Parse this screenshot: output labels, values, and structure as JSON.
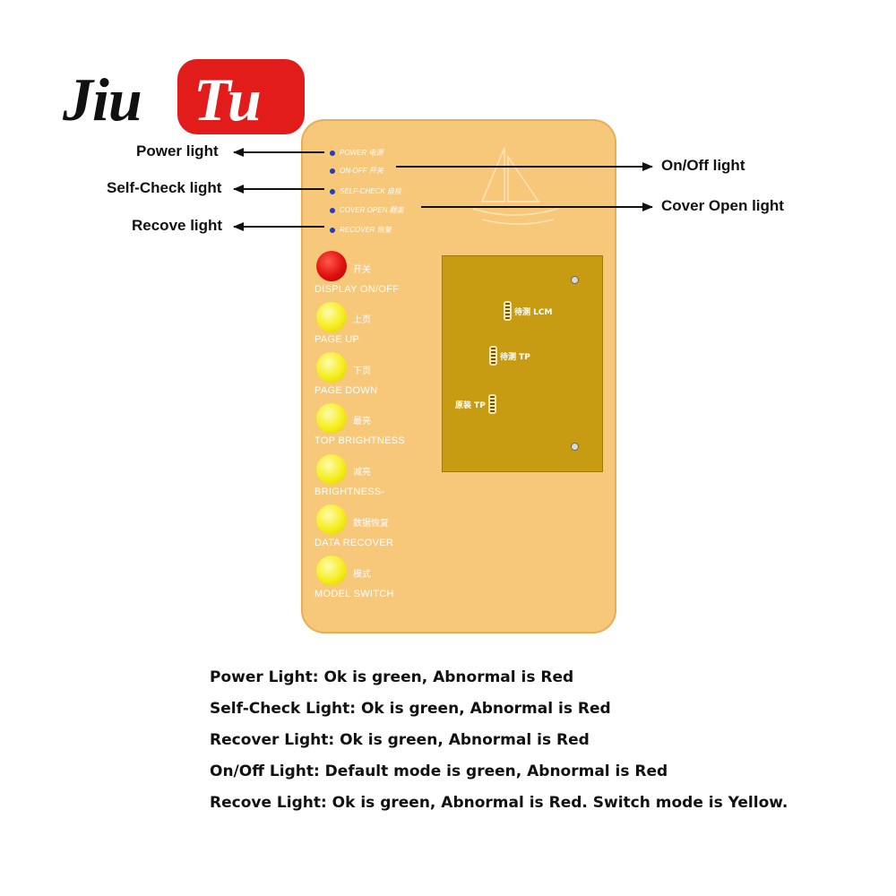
{
  "logo": {
    "part1": "Jiu",
    "part2": "Tu",
    "accent": "#e21b1b"
  },
  "device": {
    "color": "#f7c77a",
    "indicators": [
      {
        "en": "POWER",
        "cn": "电源"
      },
      {
        "en": "ON-OFF",
        "cn": "开关"
      },
      {
        "en": "SELF-CHECK",
        "cn": "自检"
      },
      {
        "en": "COVER OPEN",
        "cn": "翻盖"
      },
      {
        "en": "RECOVER",
        "cn": "恢复"
      }
    ],
    "buttons": [
      {
        "cn": "开关",
        "en": "DISPLAY ON/OFF",
        "color": "#e01010"
      },
      {
        "cn": "上页",
        "en": "PAGE UP",
        "color": "#f4ee1a"
      },
      {
        "cn": "下页",
        "en": "PAGE  DOWN",
        "color": "#f4ee1a"
      },
      {
        "cn": "最亮",
        "en": "TOP BRIGHTNESS",
        "color": "#f4ee1a"
      },
      {
        "cn": "减亮",
        "en": "BRIGHTNESS-",
        "color": "#f4ee1a"
      },
      {
        "cn": "数据恢复",
        "en": "DATA RECOVER",
        "color": "#f4ee1a"
      },
      {
        "cn": "模式",
        "en": "MODEL SWITCH",
        "color": "#f4ee1a"
      }
    ],
    "board_connectors": [
      {
        "label": "待测 LCM"
      },
      {
        "label": "待测 TP"
      },
      {
        "label": "原装 TP"
      }
    ]
  },
  "callouts": {
    "power": "Power light",
    "self_check": "Self-Check light",
    "recove": "Recove light",
    "on_off": "On/Off light",
    "cover_open": "Cover Open  light"
  },
  "notes": [
    "Power Light:  Ok is green, Abnormal is Red",
    "Self-Check Light: Ok is green, Abnormal is Red",
    "Recover Light: Ok is green, Abnormal is Red",
    "On/Off Light: Default mode is green, Abnormal is Red",
    "Recove Light: Ok is green, Abnormal is Red. Switch mode is Yellow."
  ]
}
